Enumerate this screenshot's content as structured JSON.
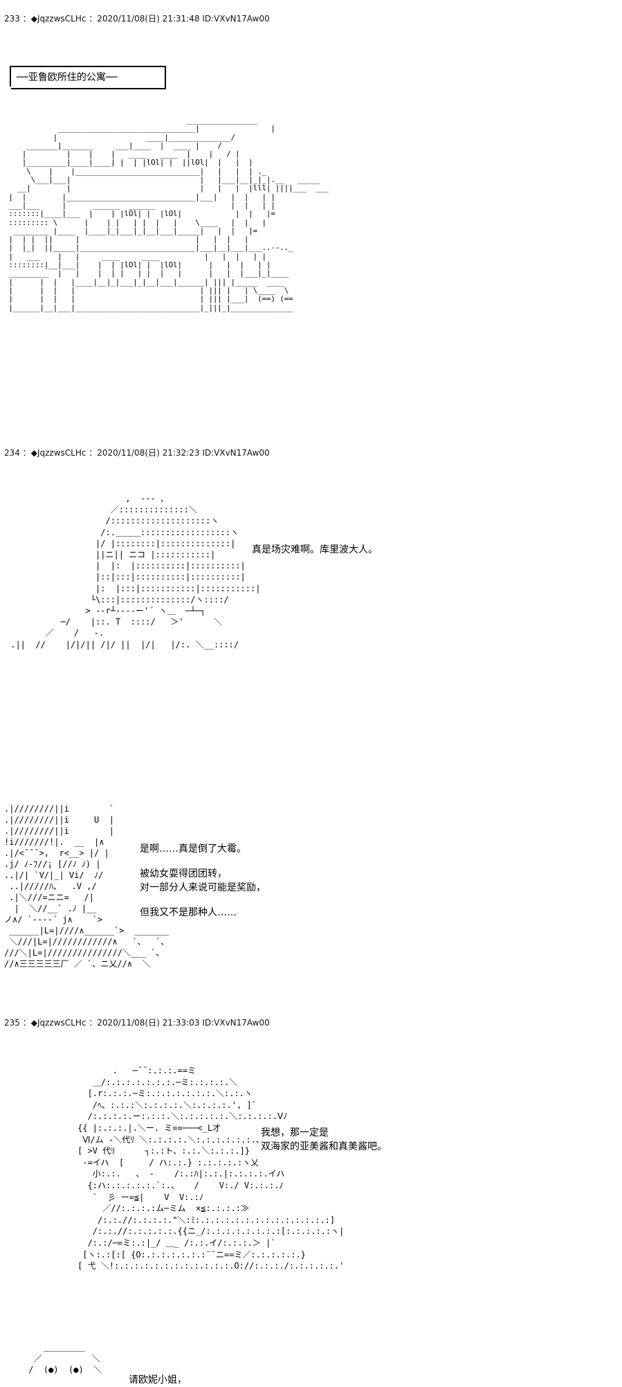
{
  "posts": [
    {
      "header": "233 ：◆JqzzwsCLHc ：2020/11/08(日) 21:31:48 ID:VXvN17Aw00",
      "caption": "──亚鲁欧所住的公寓──"
    },
    {
      "header": "234 ：◆JqzzwsCLHc ：2020/11/08(日) 21:32:23 ID:VXvN17Aw00",
      "speech1": "真是场灾难啊。库里波大人。",
      "speech2": [
        "是啊……真是倒了大霉。",
        "被幼女耍得团团转，",
        "对一部分人来说可能是奖励，",
        "但我又不是那种人……"
      ]
    },
    {
      "header": "235 ：◆JqzzwsCLHc ：2020/11/08(日) 21:33:03 ID:VXvN17Aw00",
      "speech1": [
        "我想，那一定是",
        "双海家的亚美酱和真美酱吧。"
      ],
      "speech2": "请欧妮小姐，"
    }
  ]
}
